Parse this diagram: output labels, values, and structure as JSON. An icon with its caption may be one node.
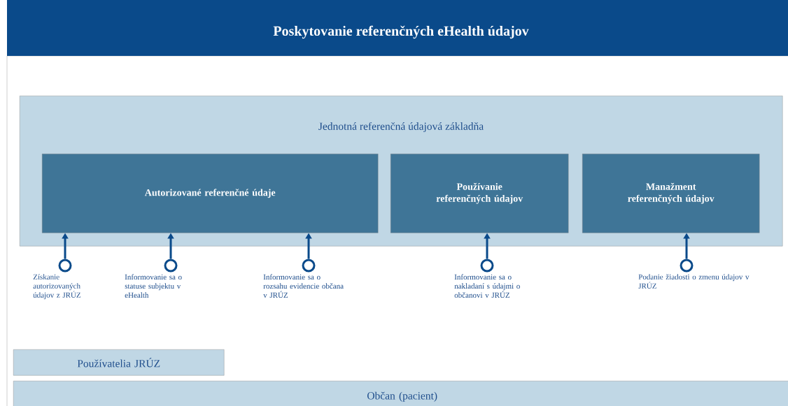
{
  "diagram": {
    "title": "Poskytovanie referenčných eHealth údajov",
    "nodes": [
      {
        "text": [
          "Jednotná referenčná údajová základňa"
        ]
      },
      {
        "text": [
          "Autorizované referenčné údaje"
        ],
        "in": 0
      },
      {
        "text": [
          "Používanie referenčných údajov"
        ],
        "in": 0
      },
      {
        "text": [
          "Manažment referenčných údajov"
        ],
        "in": 0
      },
      {
        "text": [],
        "shape": "circle",
        "beside": [
          "Získanie autorizovaných údajov z JRÚZ"
        ]
      },
      {
        "text": [],
        "shape": "circle",
        "beside": [
          "Informovanie sa o statuse subjektu v eHealth"
        ]
      },
      {
        "text": [],
        "shape": "circle",
        "beside": [
          "Informovanie sa o rozsahu evidencie občana v JRÚZ"
        ]
      },
      {
        "text": [],
        "shape": "circle",
        "beside": [
          "Informovanie sa o nakladaní s údajmi o občanovi v JRÚZ"
        ]
      },
      {
        "text": [],
        "shape": "circle",
        "beside": [
          "Podanie žiadosti o zmenu údajov v JRÚZ"
        ]
      },
      {
        "text": [
          "Používatelia JRÚZ"
        ]
      },
      {
        "text": [
          "Občan (pacient)"
        ]
      }
    ],
    "edges": [
      {
        "from": 4,
        "to": 1,
        "arrow": "to"
      },
      {
        "from": 5,
        "to": 1,
        "arrow": "to"
      },
      {
        "from": 6,
        "to": 1,
        "arrow": "to"
      },
      {
        "from": 7,
        "to": 2,
        "arrow": "to"
      },
      {
        "from": 8,
        "to": 3,
        "arrow": "to"
      }
    ]
  }
}
